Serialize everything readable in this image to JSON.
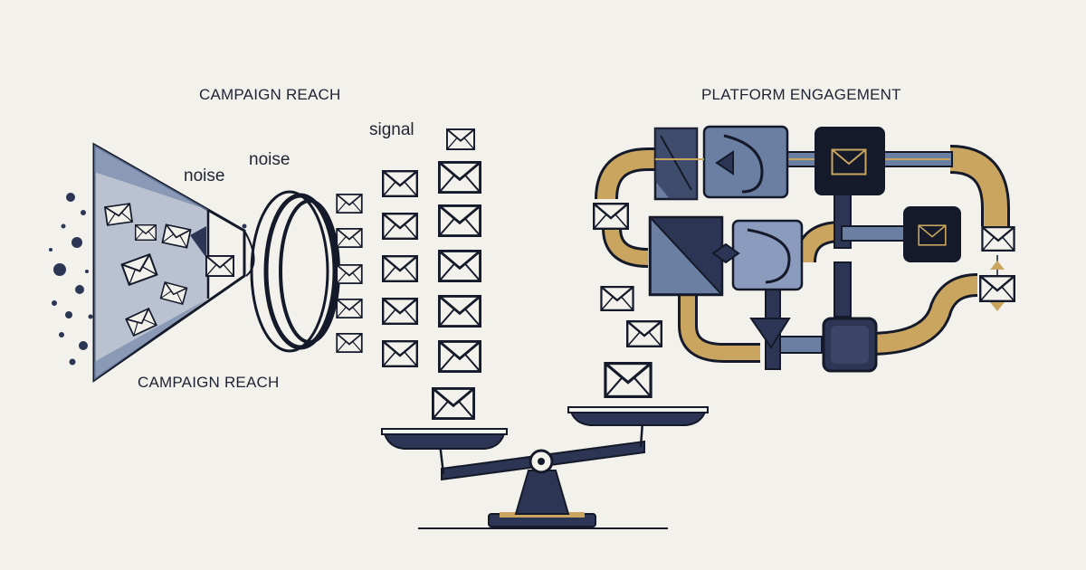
{
  "labels": {
    "campaign_reach_top": "CAMPAIGN REACH",
    "campaign_reach_bottom": "CAMPAIGN REACH",
    "noise_left": "noise",
    "noise_right": "noise",
    "signal": "signal",
    "platform_engagement": "PLATFORM ENGAGEMENT"
  },
  "colors": {
    "background": "#f3f1ec",
    "ink": "#1f2433",
    "navy": "#2c3654",
    "slate": "#6b7fa3",
    "steel": "#8a9bbd",
    "gold": "#c9a560"
  },
  "icons": [
    "envelope-icon",
    "funnel-icon",
    "lens-icon",
    "balance-scale-icon",
    "pipe-network-icon",
    "valve-icon"
  ]
}
